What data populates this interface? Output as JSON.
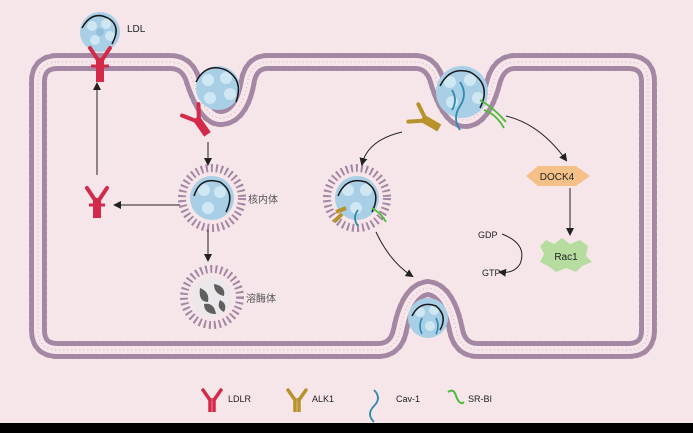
{
  "labels": {
    "ldl": "LDL",
    "endosome": "核内体",
    "lysosome": "溶酶体",
    "dock4": "DOCK4",
    "rac1": "Rac1",
    "gdp": "GDP",
    "gtp": "GTP"
  },
  "legend": {
    "items": [
      {
        "name": "LDLR",
        "icon": "ldlr-receptor-icon",
        "color": "#d42a4a"
      },
      {
        "name": "ALK1",
        "icon": "alk1-receptor-icon",
        "color": "#b8922a"
      },
      {
        "name": "Cav-1",
        "icon": "cav1-icon",
        "color": "#2f8ab0"
      },
      {
        "name": "SR-BI",
        "icon": "srbi-icon",
        "color": "#4dbb3a"
      }
    ]
  },
  "colors": {
    "background": "#f6e6ea",
    "membrane_head": "#a487a2",
    "membrane_tail": "#9a7c98",
    "ldl_particle": "#a9cfe6",
    "dock4_fill": "#f6c089",
    "rac1_fill": "#b6dca0",
    "lysosome_granule": "#5f5f60"
  }
}
